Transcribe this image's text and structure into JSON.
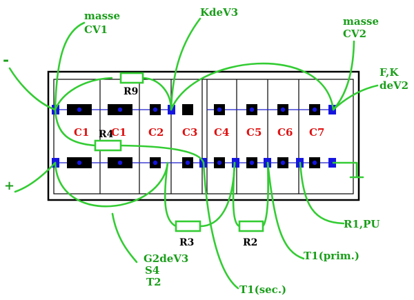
{
  "labels": {
    "masse_cv1_top": "masse",
    "masse_cv1_bottom": "CV1",
    "kdev3": "KdeV3",
    "masse_cv2_top": "masse",
    "masse_cv2_bottom": "CV2",
    "fk_top": "F,K",
    "fk_bottom": "deV2",
    "minus": "-",
    "plus": "+",
    "r9": "R9",
    "r4": "R4",
    "r3": "R3",
    "r2": "R2",
    "r1_pu": "R1,PU",
    "t1_prim": "T1(prim.)",
    "t1_sec": "T1(sec.)",
    "g2dev3": "G2deV3",
    "s4": "S4",
    "t2": "T2"
  },
  "compartments": [
    "C1",
    "C1",
    "C2",
    "C3",
    "C4",
    "C5",
    "C6",
    "C7"
  ],
  "colors": {
    "wire": "#33cc33",
    "pad_blue": "#1515e0",
    "compartment_label": "#e01010",
    "pad_black": "#000000"
  }
}
